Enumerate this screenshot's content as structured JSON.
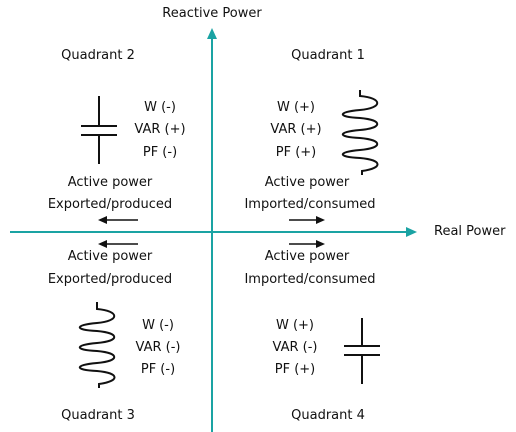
{
  "axes": {
    "y_label": "Reactive Power",
    "x_label": "Real Power",
    "color": "#1aa3a3"
  },
  "quadrants": {
    "q1": {
      "title": "Quadrant 1",
      "lines": [
        "W (+)",
        "VAR (+)",
        "PF (+)"
      ],
      "power_label": "Active power",
      "power_desc": "Imported/consumed",
      "arrow": "right",
      "component": "inductor-icon"
    },
    "q2": {
      "title": "Quadrant 2",
      "lines": [
        "W (-)",
        "VAR (+)",
        "PF (-)"
      ],
      "power_label": "Active power",
      "power_desc": "Exported/produced",
      "arrow": "left",
      "component": "capacitor-icon"
    },
    "q3": {
      "title": "Quadrant 3",
      "lines": [
        "W (-)",
        "VAR (-)",
        "PF (-)"
      ],
      "power_label": "Active power",
      "power_desc": "Exported/produced",
      "arrow": "left",
      "component": "inductor-icon"
    },
    "q4": {
      "title": "Quadrant 4",
      "lines": [
        "W (+)",
        "VAR (-)",
        "PF (+)"
      ],
      "power_label": "Active power",
      "power_desc": "Imported/consumed",
      "arrow": "right",
      "component": "capacitor-icon"
    }
  }
}
